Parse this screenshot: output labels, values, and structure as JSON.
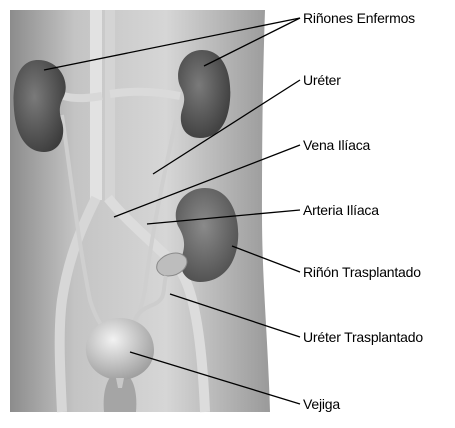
{
  "labels": {
    "diseased_kidneys": "Riñones Enfermos",
    "ureter": "Uréter",
    "iliac_vein": "Vena Ilíaca",
    "iliac_artery": "Arteria Ilíaca",
    "transplanted_kidney": "Riñón Trasplantado",
    "transplanted_ureter": "Uréter Trasplantado",
    "bladder": "Vejiga"
  },
  "colors": {
    "body": "#c9c9c9",
    "kidney": "#5e5e5e",
    "vessel": "#dcdcdc",
    "bladder": "#e4e4e4",
    "leader_line": "#000000"
  }
}
